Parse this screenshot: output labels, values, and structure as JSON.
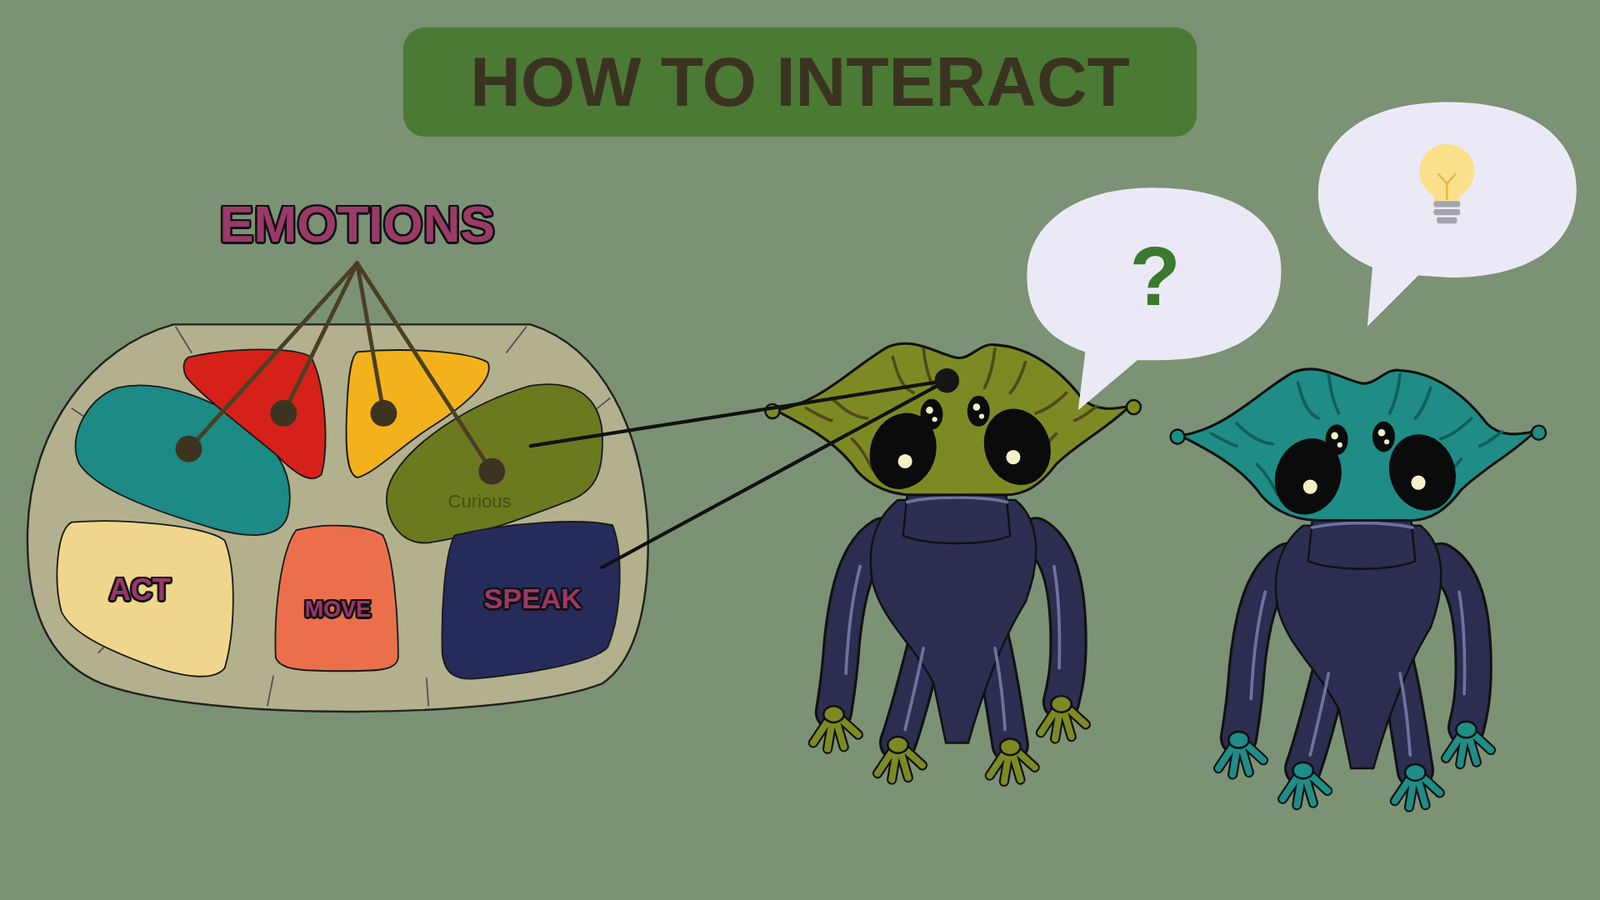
{
  "diagram": {
    "title": "HOW TO INTERACT",
    "nodes": [
      {
        "text": [
          "Curious"
        ]
      },
      {
        "text": [
          "ACT"
        ]
      },
      {
        "text": [
          "MOVE"
        ]
      },
      {
        "text": [
          "SPEAK"
        ]
      },
      {
        "text": [
          "?"
        ]
      }
    ],
    "labels": [
      "EMOTIONS"
    ]
  }
}
